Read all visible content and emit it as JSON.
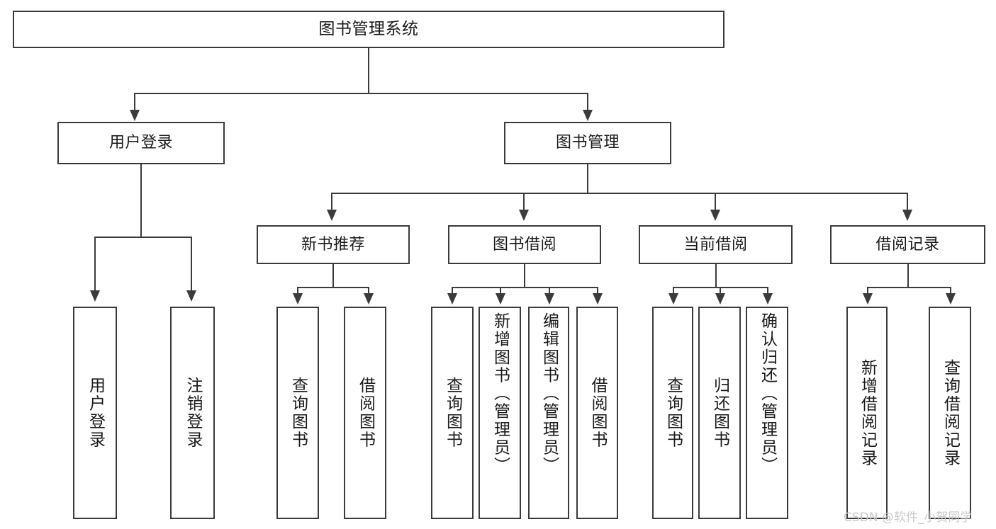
{
  "diagram": {
    "title": "图书管理系统",
    "type": "tree-hierarchy-chart",
    "colors": {
      "background": "#ffffff",
      "stroke": "#3b3b3b",
      "text": "#1a1a1a",
      "watermark": "#c9c9c9"
    },
    "root": {
      "label": "图书管理系统"
    },
    "level2": [
      {
        "label": "用户登录"
      },
      {
        "label": "图书管理"
      }
    ],
    "level3": [
      {
        "label": "新书推荐"
      },
      {
        "label": "图书借阅"
      },
      {
        "label": "当前借阅"
      },
      {
        "label": "借阅记录"
      }
    ],
    "leaves": {
      "user_login": [
        {
          "label": "用户登录"
        },
        {
          "label": "注销登录"
        }
      ],
      "new_book_recommend": [
        {
          "label": "查询图书"
        },
        {
          "label": "借阅图书"
        }
      ],
      "book_borrow": [
        {
          "label": "查询图书"
        },
        {
          "label": "新增图书（管理员）"
        },
        {
          "label": "编辑图书（管理员）"
        },
        {
          "label": "借阅图书"
        }
      ],
      "current_borrow": [
        {
          "label": "查询图书"
        },
        {
          "label": "归还图书"
        },
        {
          "label": "确认归还（管理员）"
        }
      ],
      "borrow_record": [
        {
          "label": "新增借阅记录"
        },
        {
          "label": "查询借阅记录"
        }
      ]
    }
  },
  "watermark": {
    "text": "CSDN @软件_小贺同学"
  }
}
